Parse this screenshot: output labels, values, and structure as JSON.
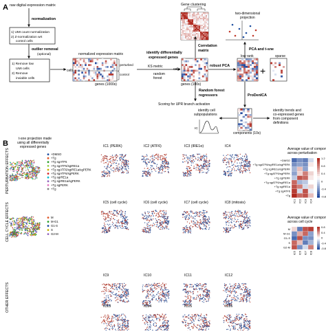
{
  "panel_a": {
    "letter": "A",
    "raw_matrix": "raw digital expression matrix",
    "normalization": "normalization",
    "norm_steps": [
      "1) UMI count normalization",
      "2) Z-normalization wrt",
      "control cells"
    ],
    "outlier_removal": "outlier removal",
    "outlier_sub": "(optional)",
    "removal_steps": [
      "1) Remove low",
      "UMI cells",
      "2) Remove",
      "inviable cells"
    ],
    "norm_matrix_label": "normalized expression matrix",
    "cells": "cells",
    "genes_1000s": "genes (1000s)",
    "perturbed": "perturbed",
    "control": "control",
    "identify_degs": [
      "identify differentially",
      "expressed genes"
    ],
    "ks_metric": "KS metric",
    "random_forest": "random forest",
    "genes_100s": "genes (100s)",
    "gene_clustering": "Gene clustering",
    "correlation_matrix": [
      "Correlation",
      "matrix"
    ],
    "two_dim": [
      "two-dimensional",
      "projection"
    ],
    "pca_tsne": "PCA and t-sne",
    "low_rank": "low rank",
    "sparse": "sparse",
    "robust_pca": "robust PCA",
    "plus": "+",
    "rf_regressors": [
      "Random forest",
      "regressors"
    ],
    "scoring_upr": "Scoring for UPR branch activation",
    "prodenica": "ProDenICA",
    "identify_subpops": [
      "identify cell",
      "subpopulations"
    ],
    "ic_label": "IC",
    "components_10s": "components (10s)",
    "identify_trends": [
      "identify trends and",
      "co-expressed genes",
      "from component",
      "definitions"
    ]
  },
  "panel_b": {
    "letter": "B",
    "tsne_caption": [
      "t-sne projection made",
      "using all differentially",
      "expressed genes"
    ],
    "perturbation_label": "PERTURBATION EFFECTS",
    "cell_cycle_label": "CELL CYCLE EFFECTS",
    "other_label": "OTHER EFFECTS",
    "perturbation_legend": [
      {
        "label": "+DMSO",
        "color": "#1f4fa0"
      },
      {
        "label": "+Tg",
        "color": "#e05a2b"
      },
      {
        "label": "+Tg sgATF6",
        "color": "#2ca02c"
      },
      {
        "label": "+Tg sgATF6/sgIRE1a",
        "color": "#8fd14f"
      },
      {
        "label": "+Tg sgATF6/sgIRE1a/sgPERK",
        "color": "#c9b200"
      },
      {
        "label": "+Tg sgATF6/sgPERK",
        "color": "#d62728"
      },
      {
        "label": "+Tg sgIRE1a",
        "color": "#17becf"
      },
      {
        "label": "+Tg sgIRE1a/sgPERK",
        "color": "#9467bd"
      },
      {
        "label": "+Tg sgPERK",
        "color": "#e377c2"
      },
      {
        "label": "+Tg",
        "color": "#7f7f7f"
      }
    ],
    "cell_cycle_legend": [
      {
        "label": "M",
        "color": "#e05a2b"
      },
      {
        "label": "M-G1",
        "color": "#2ca02c"
      },
      {
        "label": "G1-S",
        "color": "#1f4fa0"
      },
      {
        "label": "S",
        "color": "#c9b200"
      },
      {
        "label": "G2-M",
        "color": "#9467bd"
      }
    ],
    "ic_rows": [
      [
        "IC1 (PERK)",
        "IC2 (ATF6)",
        "IC3 (IRE1α)",
        "IC4"
      ],
      [
        "IC5 (cell cycle)",
        "IC6 (cell cycle)",
        "IC7 (cell cycle)",
        "IC8 (mitosis)"
      ],
      [
        "IC9",
        "IC10",
        "IC11",
        "IC12"
      ],
      [
        "IC13",
        "IC14",
        "IC15",
        "IC16"
      ]
    ],
    "heatmap_pert": {
      "title": [
        "Average value of component",
        "across perturbation"
      ],
      "rows": [
        "+DMSO",
        "+Tg sgATF6/sgIRE1a/sgPERK",
        "+Tg sgIRE1a/sgPERK",
        "+Tg sgATF6/sgPERK",
        "+Tg sgPERK",
        "+Tg sgATF6/sgIRE1a",
        "+Tg sgIRE1a",
        "+Tg sgATF6",
        "+Tg"
      ],
      "cols": [
        "IC1",
        "IC2",
        "IC3",
        "IC4"
      ],
      "colorbar_ticks": [
        "1.2",
        "0.8",
        "0.4",
        "0",
        "-0.4",
        "-0.8"
      ]
    },
    "heatmap_cycle": {
      "title": [
        "Average value of component",
        "across cell cycle"
      ],
      "rows": [
        "M",
        "M-G1",
        "G1-S",
        "S",
        "G2-M"
      ],
      "cols": [
        "IC5",
        "IC6",
        "IC7",
        "IC8"
      ],
      "colorbar_ticks": [
        "0.8",
        "0.4",
        "0",
        "-0.4",
        "-0.8"
      ]
    }
  }
}
